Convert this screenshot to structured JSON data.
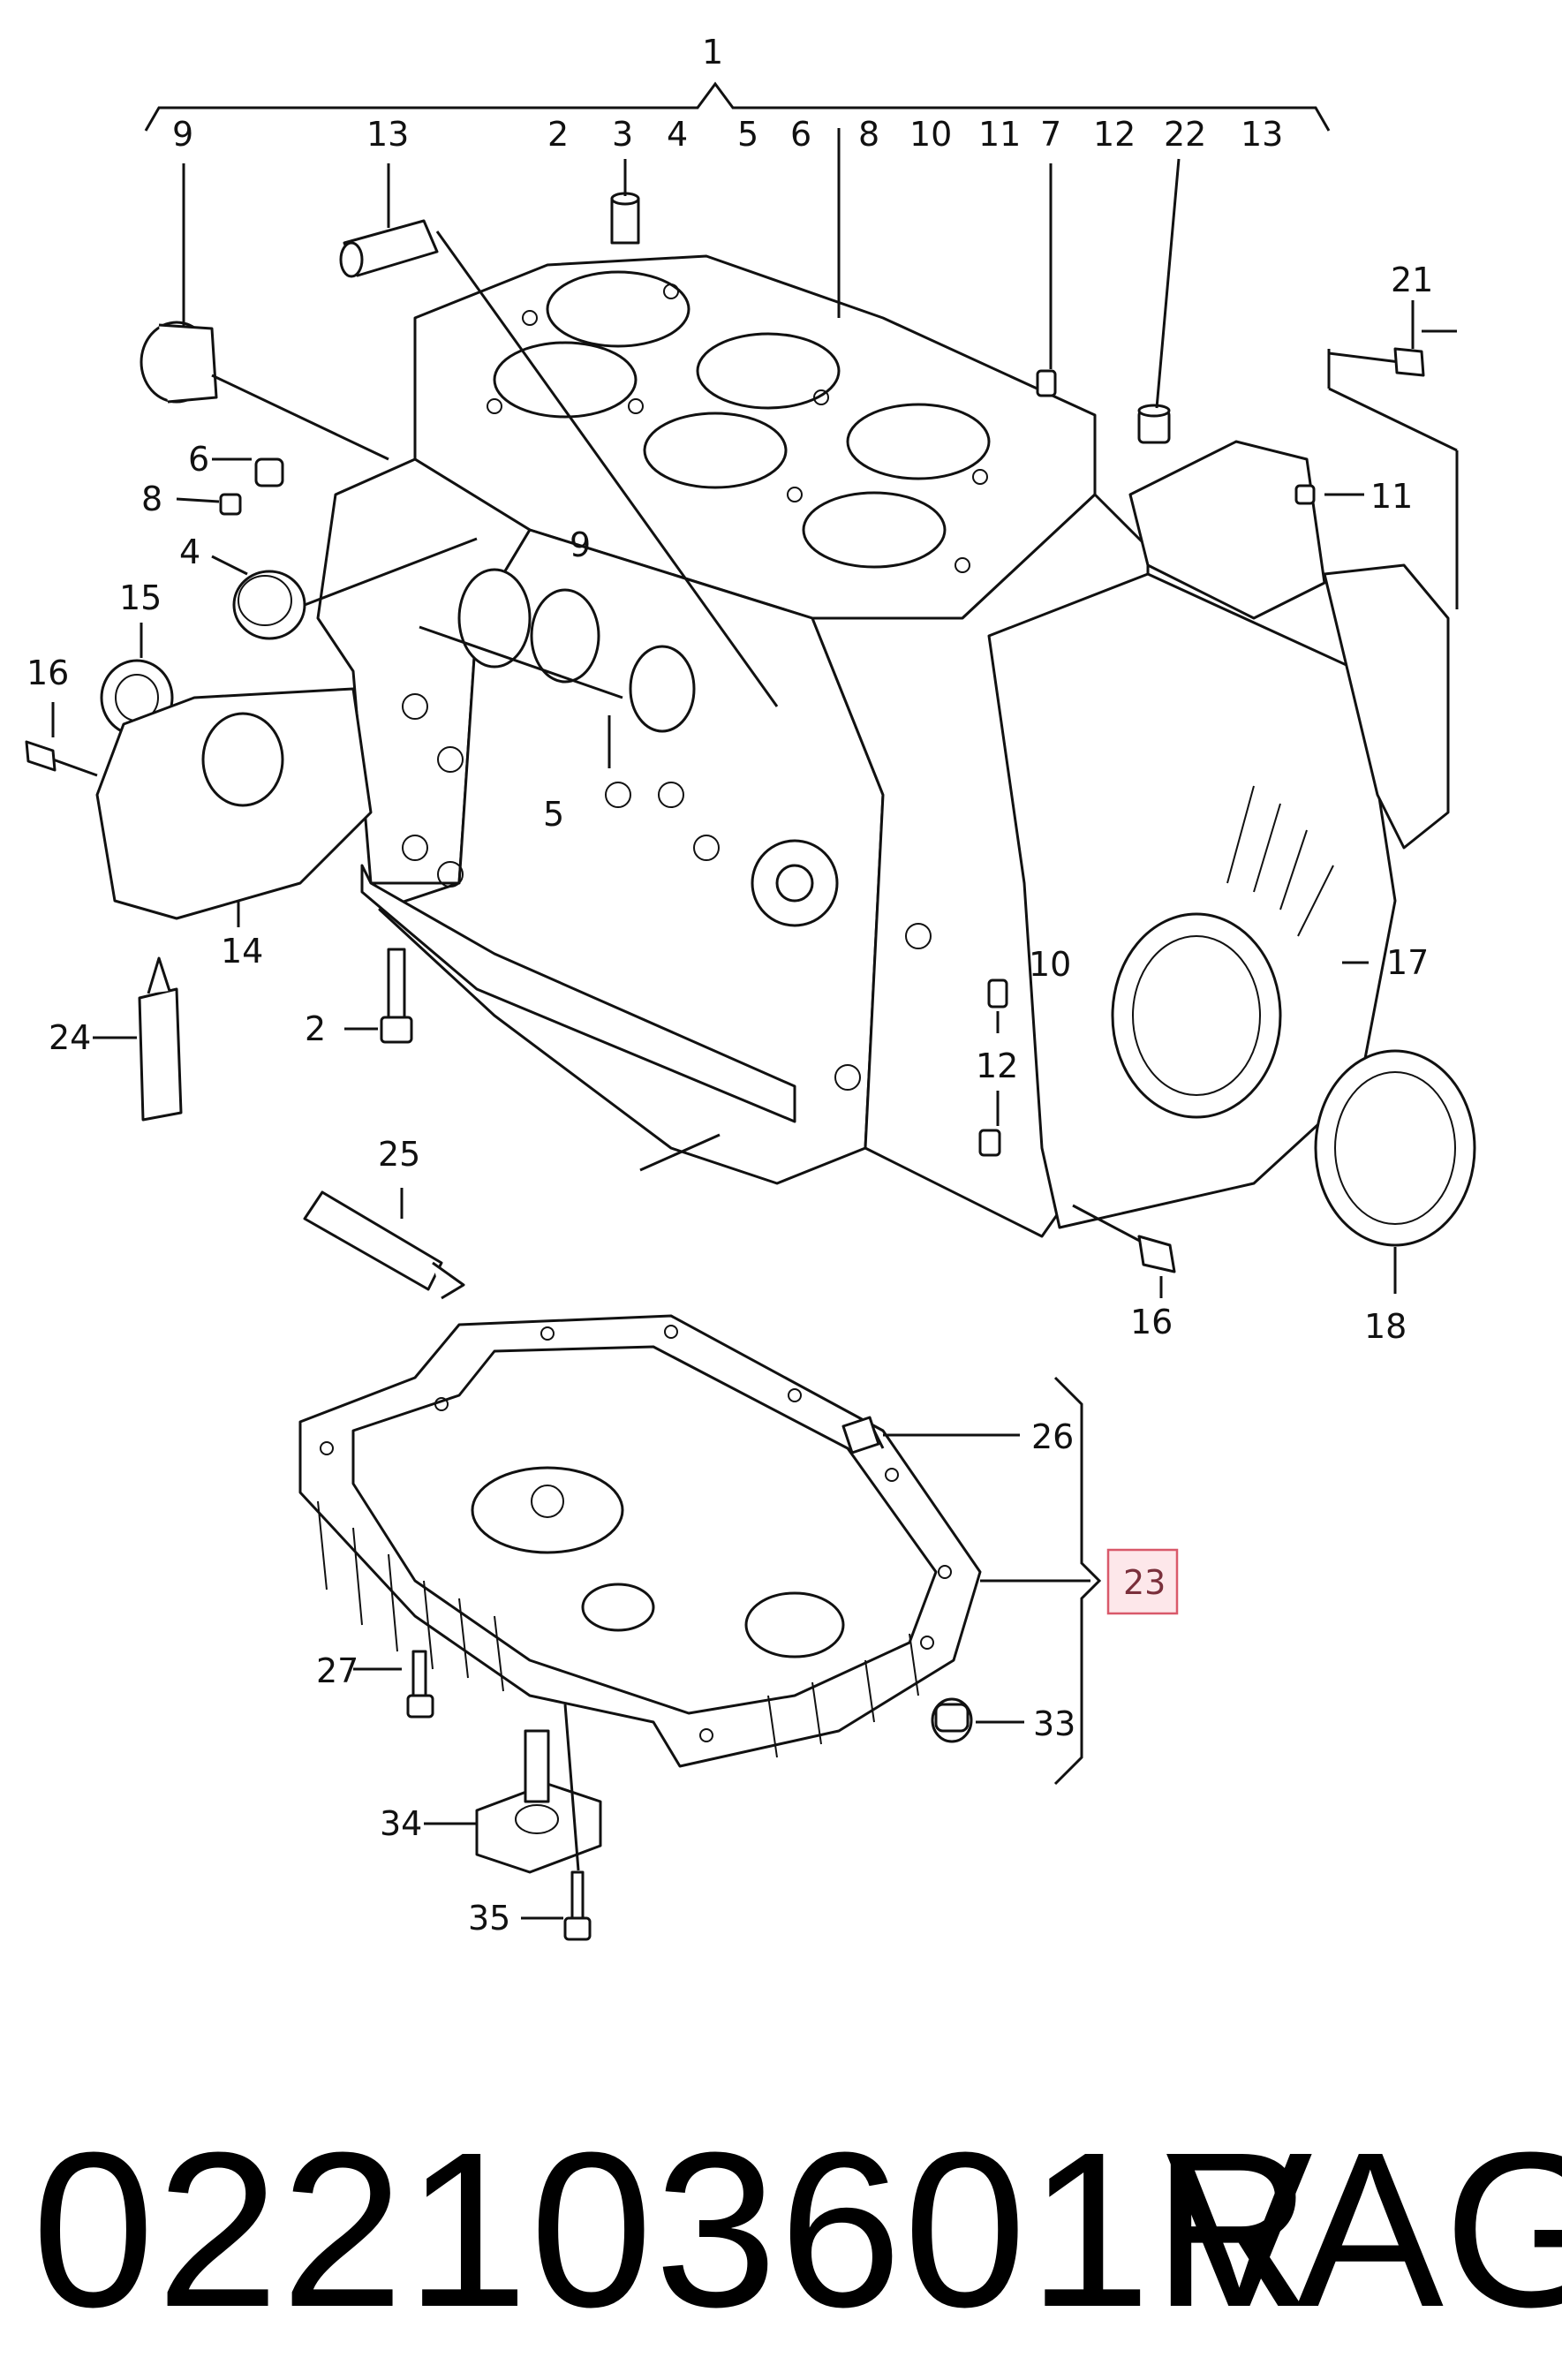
{
  "callouts": {
    "c1": "1",
    "c9a": "9",
    "c13a": "13",
    "c2a": "2",
    "c3": "3",
    "c4a": "4",
    "c5a": "5",
    "c6a": "6",
    "c8a": "8",
    "c10a": "10",
    "c11a": "11",
    "c7": "7",
    "c12a": "12",
    "c22": "22",
    "c13b": "13",
    "c21": "21",
    "c11b": "11",
    "c6b": "6",
    "c8b": "8",
    "c4b": "4",
    "c9b": "9",
    "c15": "15",
    "c16a": "16",
    "c5b": "5",
    "c14": "14",
    "c2b": "2",
    "c24": "24",
    "c17": "17",
    "c10b": "10",
    "c12b": "12",
    "c16b": "16",
    "c18": "18",
    "c25": "25",
    "c26": "26",
    "c23": "23",
    "c27": "27",
    "c33": "33",
    "c34": "34",
    "c35": "35"
  },
  "highlight": {
    "label": "23",
    "fill": "#fde7ea",
    "border": "#d9596a"
  },
  "footer": {
    "part_number": "022103601R",
    "brand": "VAG"
  }
}
